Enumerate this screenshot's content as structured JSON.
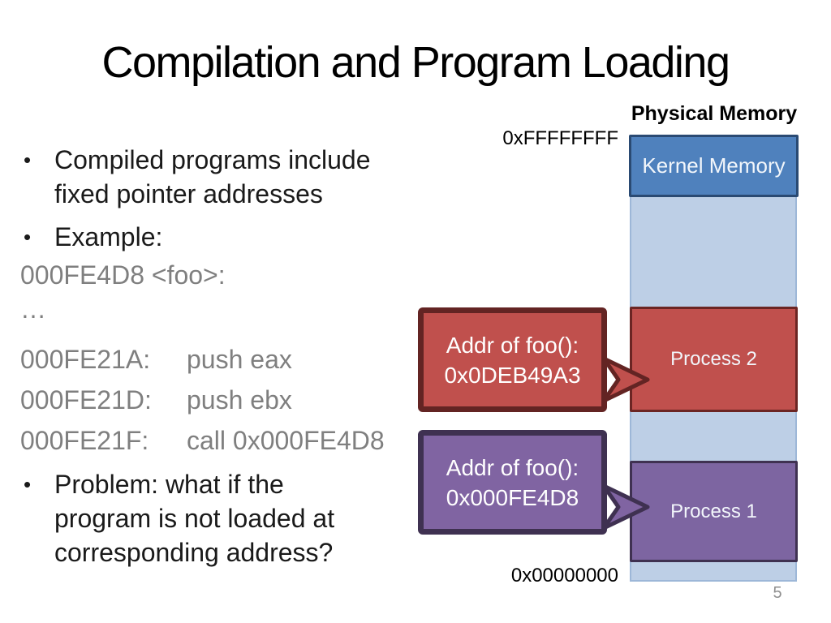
{
  "title": "Compilation and Program Loading",
  "bullet_char": "•",
  "left": {
    "bullet1_line1": "Compiled programs include",
    "bullet1_line2": "fixed pointer addresses",
    "bullet2": "Example:",
    "code_label": "000FE4D8 <foo>:",
    "code_ellipsis": "…",
    "code_lines": [
      {
        "address": "000FE21A:",
        "instruction": "push eax"
      },
      {
        "address": "000FE21D:",
        "instruction": "push ebx"
      },
      {
        "address": "000FE21F:",
        "instruction": "call 0x000FE4D8"
      }
    ],
    "bullet3_line1": "Problem: what if the",
    "bullet3_line2": "program is not loaded at",
    "bullet3_line3": "corresponding address?"
  },
  "memory": {
    "heading": "Physical Memory",
    "top_address": "0xFFFFFFFF",
    "bottom_address": "0x00000000",
    "column_fill": "#bdcfe6",
    "column_border": "#9db7d8",
    "blocks": [
      {
        "label": "Kernel Memory",
        "fill": "#4f81bd",
        "border": "#2a4a73"
      },
      {
        "label": "Process 2",
        "fill": "#c0504d",
        "border": "#6b2523"
      },
      {
        "label": "Process 1",
        "fill": "#7d65a1",
        "border": "#3f3151"
      }
    ]
  },
  "callouts": [
    {
      "line1": "Addr of foo():",
      "line2": "0x0DEB49A3",
      "fill": "#c0504d",
      "border": "#632423",
      "points_to": "Process 2"
    },
    {
      "line1": "Addr of foo():",
      "line2": "0x000FE4D8",
      "fill": "#8064a2",
      "border": "#3f3151",
      "points_to": "Process 1"
    }
  ],
  "page_number": "5"
}
